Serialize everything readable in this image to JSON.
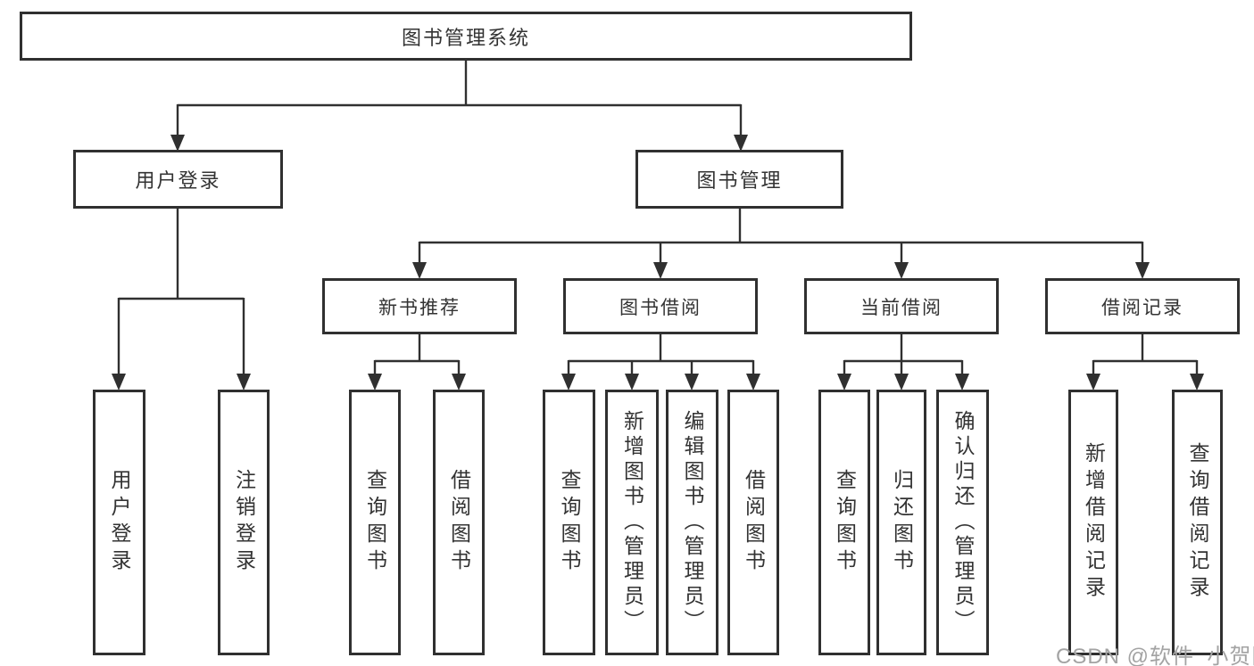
{
  "page": {
    "type": "hierarchy-diagram",
    "background": "#ffffff"
  },
  "colors": {
    "line": "#303030",
    "box_border": "#303030",
    "box_background": "#ffffff",
    "text": "#333333",
    "watermark": "#a3a3a3"
  },
  "nodes": {
    "root": {
      "label": "图书管理系统"
    },
    "level2": [
      {
        "label": "用户登录",
        "parent": "图书管理系统"
      },
      {
        "label": "图书管理",
        "parent": "图书管理系统"
      }
    ],
    "level3": [
      {
        "label": "新书推荐",
        "parent": "图书管理"
      },
      {
        "label": "图书借阅",
        "parent": "图书管理"
      },
      {
        "label": "当前借阅",
        "parent": "图书管理"
      },
      {
        "label": "借阅记录",
        "parent": "图书管理"
      }
    ],
    "leaves": [
      {
        "label": "用户登录",
        "parent": "用户登录"
      },
      {
        "label": "注销登录",
        "parent": "用户登录"
      },
      {
        "label": "查询图书",
        "parent": "新书推荐"
      },
      {
        "label": "借阅图书",
        "parent": "新书推荐"
      },
      {
        "label": "查询图书",
        "parent": "图书借阅"
      },
      {
        "label": "新增图书（管理员）",
        "parent": "图书借阅"
      },
      {
        "label": "编辑图书（管理员）",
        "parent": "图书借阅"
      },
      {
        "label": "借阅图书",
        "parent": "图书借阅"
      },
      {
        "label": "查询图书",
        "parent": "当前借阅"
      },
      {
        "label": "归还图书",
        "parent": "当前借阅"
      },
      {
        "label": "确认归还（管理员）",
        "parent": "当前借阅"
      },
      {
        "label": "新增借阅记录",
        "parent": "借阅记录"
      },
      {
        "label": "查询借阅记录",
        "parent": "借阅记录"
      }
    ]
  },
  "watermark": {
    "text": "CSDN @软件_小贺同学"
  }
}
